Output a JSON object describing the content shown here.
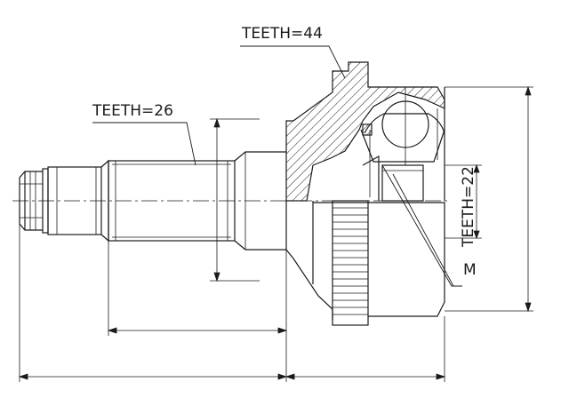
{
  "labels": {
    "outer_spline": "TEETH=44",
    "shaft_spline": "TEETH=26",
    "inner_spline": "TEETH=22",
    "thread": "M"
  },
  "colors": {
    "line": "#1a1a1a",
    "background": "#ffffff"
  }
}
